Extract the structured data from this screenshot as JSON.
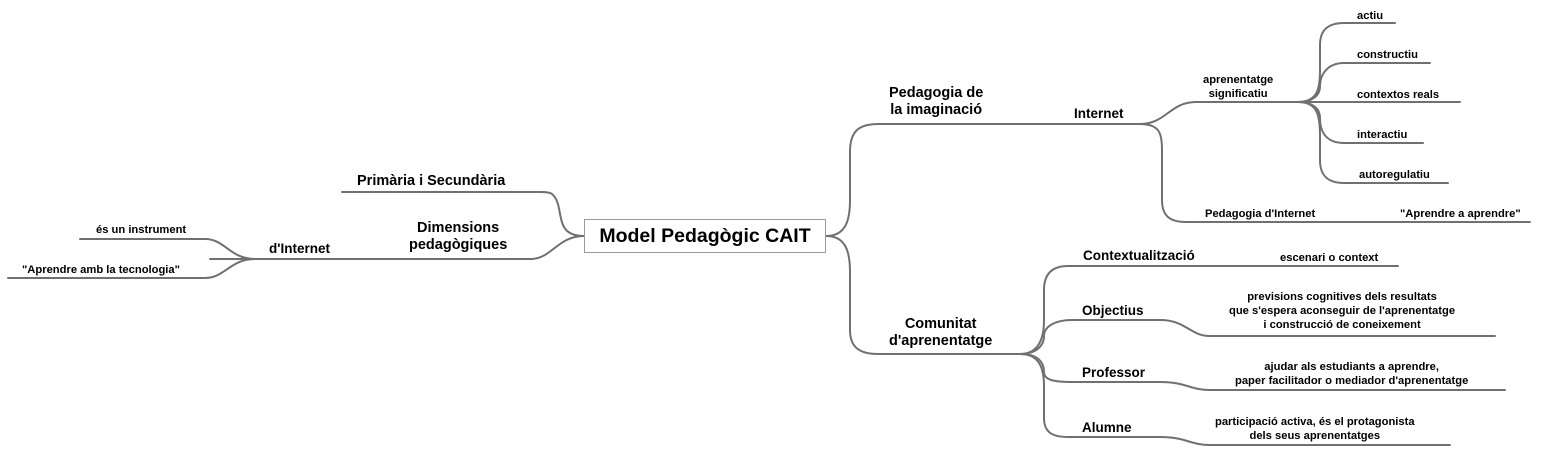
{
  "root": "Model Pedagògic CAIT",
  "left": {
    "primaria": "Primària i Secundària",
    "dimensions": "Dimensions\npedagògiques",
    "internet": "d'Internet",
    "instrument": "és un instrument",
    "aprendre_tecnologia": "\"Aprendre amb la tecnologia\""
  },
  "right": {
    "pedagogia_imaginacio": "Pedagogia de\nla imaginació",
    "internet": "Internet",
    "aprenentatge_significatiu": "aprenentatge\nsignificatiu",
    "actiu": "actiu",
    "constructiu": "constructiu",
    "contextos_reals": "contextos reals",
    "interactiu": "interactiu",
    "autoregulatiu": "autoregulatiu",
    "pedagogia_internet": "Pedagogia d'Internet",
    "aprendre_a_aprendre": "\"Aprendre a aprendre\"",
    "comunitat": "Comunitat\nd'aprenentatge",
    "contextualitzacio": "Contextualització",
    "escenari": "escenari o context",
    "objectius": "Objectius",
    "previsions": "previsions cognitives dels resultats\nque s'espera aconseguir de l'aprenentatge\ni construcció de coneixement",
    "professor": "Professor",
    "ajudar": "ajudar als estudiants a aprendre,\npaper facilitador o mediador d'aprenentatge",
    "alumne": "Alumne",
    "participacio": "participació activa, és el protagonista\ndels seus aprenentatges"
  }
}
